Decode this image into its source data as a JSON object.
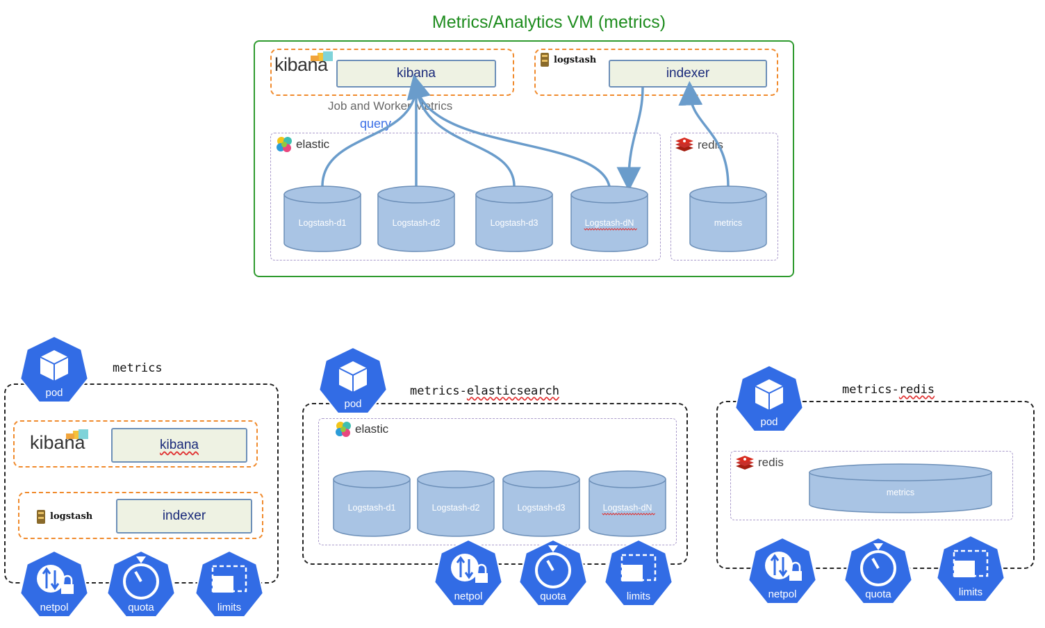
{
  "top": {
    "title": "Metrics/Analytics VM (metrics)",
    "kibana_logo": "kibana",
    "kibana_service": "kibana",
    "logstash_logo": "logstash",
    "indexer_service": "indexer",
    "annotation": "Job and Worker Metrics",
    "query_label": "query",
    "elastic_logo": "elastic",
    "redis_logo": "redis",
    "elastic_stores": [
      "Logstash-d1",
      "Logstash-d2",
      "Logstash-d3",
      "Logstash-dN"
    ],
    "redis_store": "metrics"
  },
  "pods": [
    {
      "name": "metrics",
      "pod_label": "pod",
      "kibana_logo": "kibana",
      "kibana_service": "kibana",
      "logstash_logo": "logstash",
      "indexer_service": "indexer",
      "badges": [
        "netpol",
        "quota",
        "limits"
      ]
    },
    {
      "name": "metrics-elasticsearch",
      "pod_label": "pod",
      "elastic_logo": "elastic",
      "stores": [
        "Logstash-d1",
        "Logstash-d2",
        "Logstash-d3",
        "Logstash-dN"
      ],
      "badges": [
        "netpol",
        "quota",
        "limits"
      ]
    },
    {
      "name": "metrics-redis",
      "pod_label": "pod",
      "redis_logo": "redis",
      "store": "metrics",
      "badges": [
        "netpol",
        "quota",
        "limits"
      ]
    }
  ],
  "colors": {
    "vm_border": "#2e9a2e",
    "orange_dash": "#f08a2c",
    "cylinder_fill": "#a9c4e4",
    "cylinder_stroke": "#6c8fb8",
    "arrow": "#6a9ccb",
    "k8s_blue": "#326ce5"
  }
}
